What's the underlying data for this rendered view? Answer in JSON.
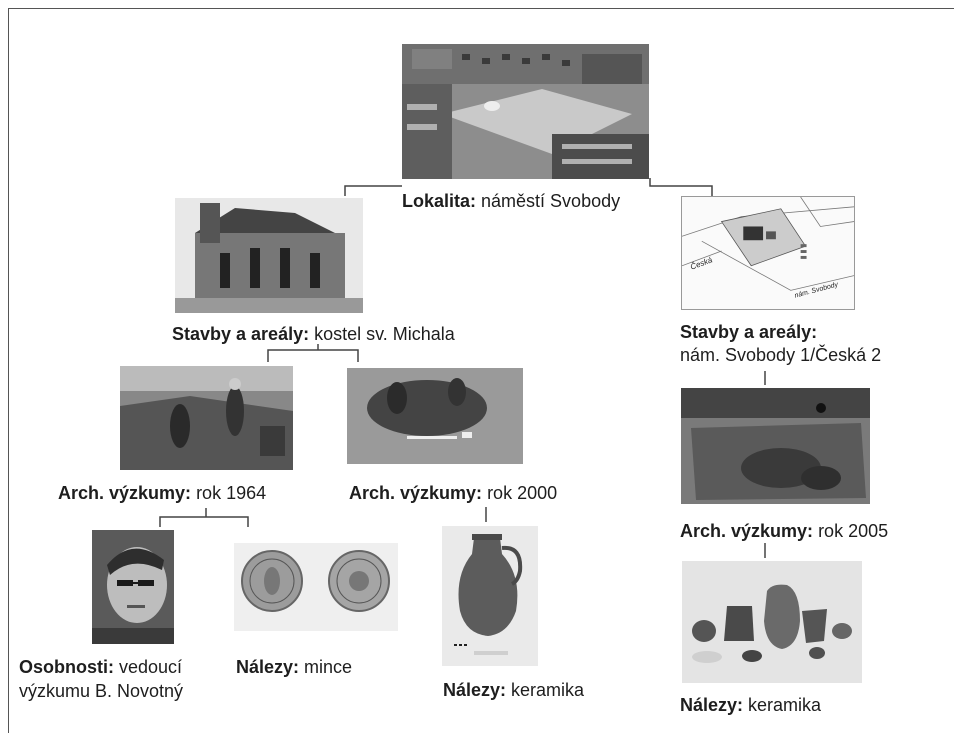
{
  "nodes": {
    "root": {
      "bold": "Lokalita:",
      "text": " náměstí Svobody"
    },
    "church": {
      "bold": "Stavby a areály:",
      "text": " kostel sv. Michala"
    },
    "building2": {
      "bold": "Stavby a areály:",
      "line2": "nám. Svobody 1/Česká 2"
    },
    "dig1964": {
      "bold": "Arch. výzkumy:",
      "text": " rok 1964"
    },
    "dig2000": {
      "bold": "Arch. výzkumy:",
      "text": " rok 2000"
    },
    "dig2005": {
      "bold": "Arch. výzkumy:",
      "text": " rok 2005"
    },
    "person": {
      "bold": "Osobnosti:",
      "text": " vedoucí",
      "line2": "výzkumu B. Novotný"
    },
    "coins": {
      "bold": "Nálezy:",
      "text": " mince"
    },
    "ceramics2000": {
      "bold": "Nálezy:",
      "text": " keramika"
    },
    "ceramics2005": {
      "bold": "Nálezy:",
      "text": " keramika"
    }
  },
  "map_labels": {
    "street1": "Česká",
    "street2": "nám. Svobody"
  }
}
